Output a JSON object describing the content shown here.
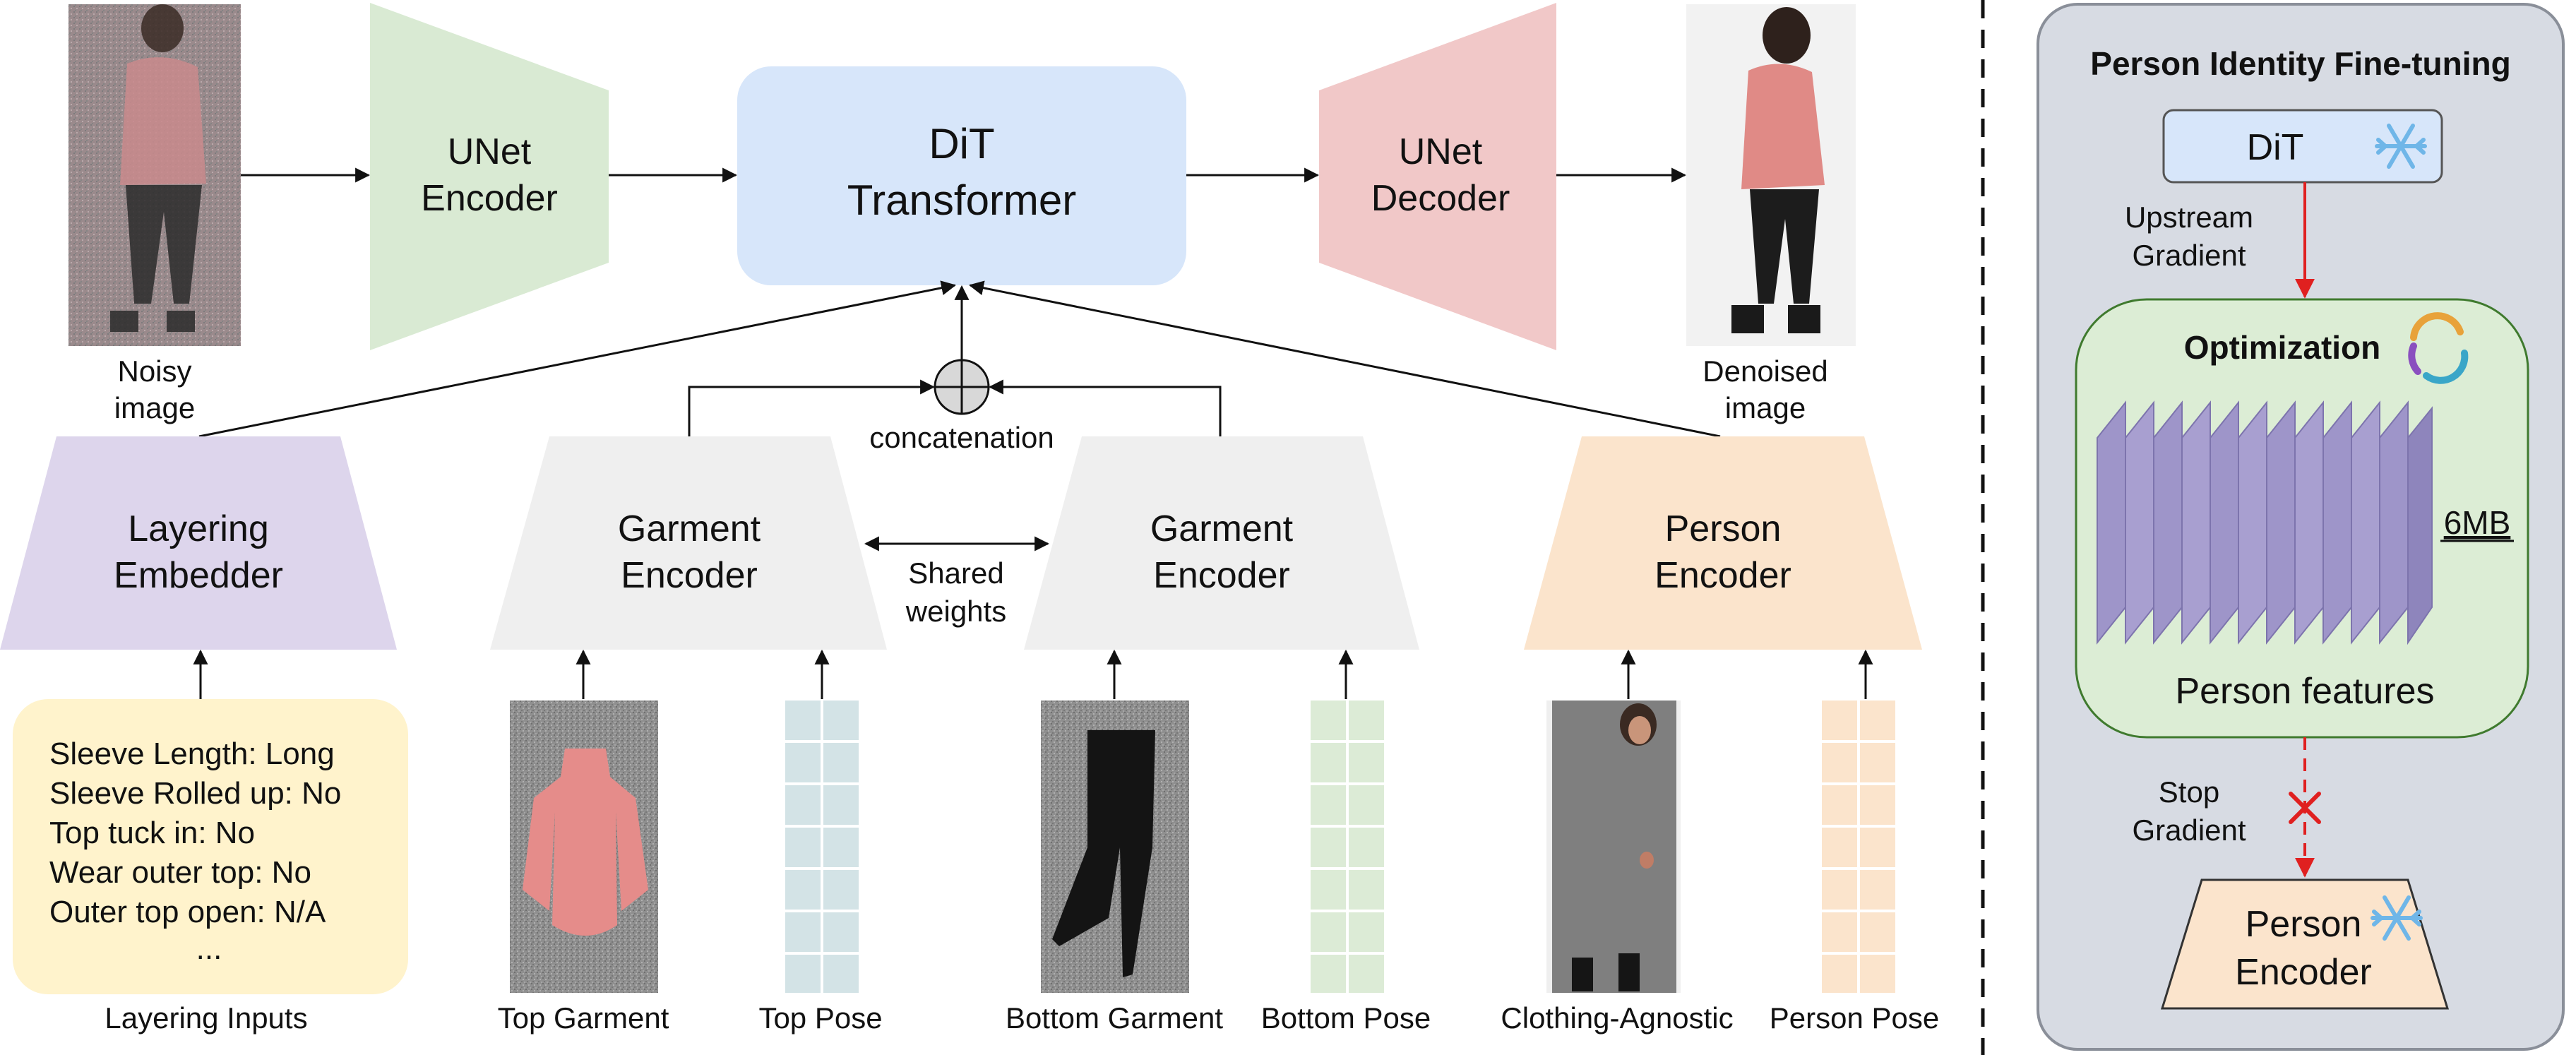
{
  "main": {
    "noisy_image": {
      "line1": "Noisy",
      "line2": "image"
    },
    "unet_encoder": {
      "line1": "UNet",
      "line2": "Encoder"
    },
    "dit": {
      "line1": "DiT",
      "line2": "Transformer"
    },
    "unet_decoder": {
      "line1": "UNet",
      "line2": "Decoder"
    },
    "denoised_image": {
      "line1": "Denoised",
      "line2": "image"
    },
    "concat_label": "concatenation",
    "layering_embedder": {
      "line1": "Layering",
      "line2": "Embedder"
    },
    "garment_encoder_top": {
      "line1": "Garment",
      "line2": "Encoder"
    },
    "garment_encoder_bottom": {
      "line1": "Garment",
      "line2": "Encoder"
    },
    "shared_weights": {
      "line1": "Shared",
      "line2": "weights"
    },
    "person_encoder": {
      "line1": "Person",
      "line2": "Encoder"
    },
    "layering_inputs": [
      "Sleeve Length: Long",
      "Sleeve Rolled up: No",
      "Top tuck in: No",
      "Wear outer top: No",
      "Outer top open: N/A",
      "..."
    ],
    "captions": {
      "layering_inputs": "Layering Inputs",
      "top_garment": "Top Garment",
      "top_pose": "Top Pose",
      "bottom_garment": "Bottom Garment",
      "bottom_pose": "Bottom Pose",
      "clothing_agnostic": "Clothing-Agnostic",
      "person_pose": "Person Pose"
    }
  },
  "panel": {
    "title": "Person Identity Fine-tuning",
    "dit_label": "DiT",
    "upstream": {
      "line1": "Upstream",
      "line2": "Gradient"
    },
    "optimization": "Optimization",
    "size_label": "6MB",
    "features_label": "Person features",
    "stop": {
      "line1": "Stop",
      "line2": "Gradient"
    },
    "person_encoder": {
      "line1": "Person",
      "line2": "Encoder"
    }
  },
  "colors": {
    "unet_encoder": "#d9ead3",
    "dit": "#d7e6fa",
    "unet_decoder": "#f1c8c8",
    "layering": "#ddd5ec",
    "garment": "#efefef",
    "person": "#fbe4cc",
    "inputs_box": "#fff3cc",
    "panel_bg": "#d7dbe3",
    "optimization": "#dcedd5",
    "feature_slab": "#a89fd0",
    "stop_red": "#e02020"
  },
  "icons": [
    "snowflake-icon",
    "refresh-cycle-icon",
    "circle-plus-icon",
    "cross-mark-icon"
  ]
}
